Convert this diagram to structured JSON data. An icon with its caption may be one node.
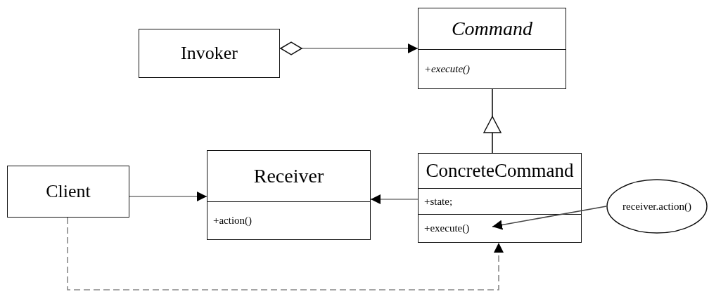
{
  "diagram": {
    "nodes": [
      {
        "text": [
          "Invoker"
        ]
      },
      {
        "text": [
          "Command",
          "+execute()"
        ]
      },
      {
        "text": [
          "Client"
        ]
      },
      {
        "text": [
          "Receiver",
          "+action()"
        ]
      },
      {
        "text": [
          "ConcreteCommand",
          "+state;",
          "+execute()"
        ]
      },
      {
        "text": [
          "receiver.action()"
        ]
      }
    ],
    "edges": [
      {
        "from": 0,
        "to": 1,
        "arrow": "to"
      },
      {
        "from": 4,
        "to": 1,
        "arrow": "to",
        "color": "#111111"
      },
      {
        "from": 2,
        "to": 3,
        "arrow": "to"
      },
      {
        "from": 4,
        "to": 3,
        "arrow": "to"
      },
      {
        "from": 5,
        "to": 4,
        "arrow": "to"
      },
      {
        "from": 2,
        "to": 4,
        "arrow": "to",
        "style": "dashed"
      }
    ]
  }
}
